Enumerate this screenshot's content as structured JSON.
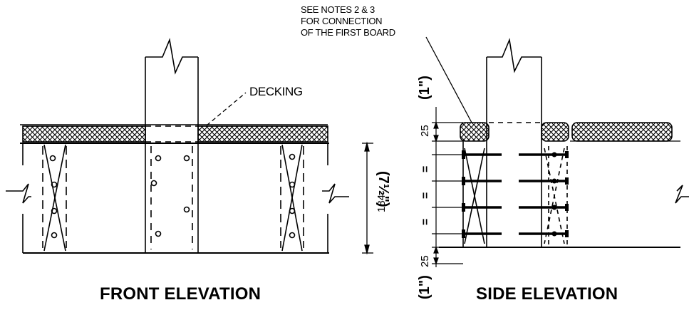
{
  "notes": {
    "connection_line1": "SEE NOTES 2 & 3",
    "connection_line2": "FOR CONNECTION",
    "connection_line3": "OF THE FIRST BOARD",
    "decking": "DECKING"
  },
  "front_elevation": {
    "title": "FRONT ELEVATION",
    "depth_mm": "184",
    "depth_in": "(7½\")"
  },
  "side_elevation": {
    "title": "SIDE ELEVATION",
    "top_mm": "25",
    "top_in": "(1\")",
    "bottom_mm": "25",
    "bottom_in": "(1\")",
    "equal_marks": [
      "=",
      "=",
      "="
    ]
  }
}
